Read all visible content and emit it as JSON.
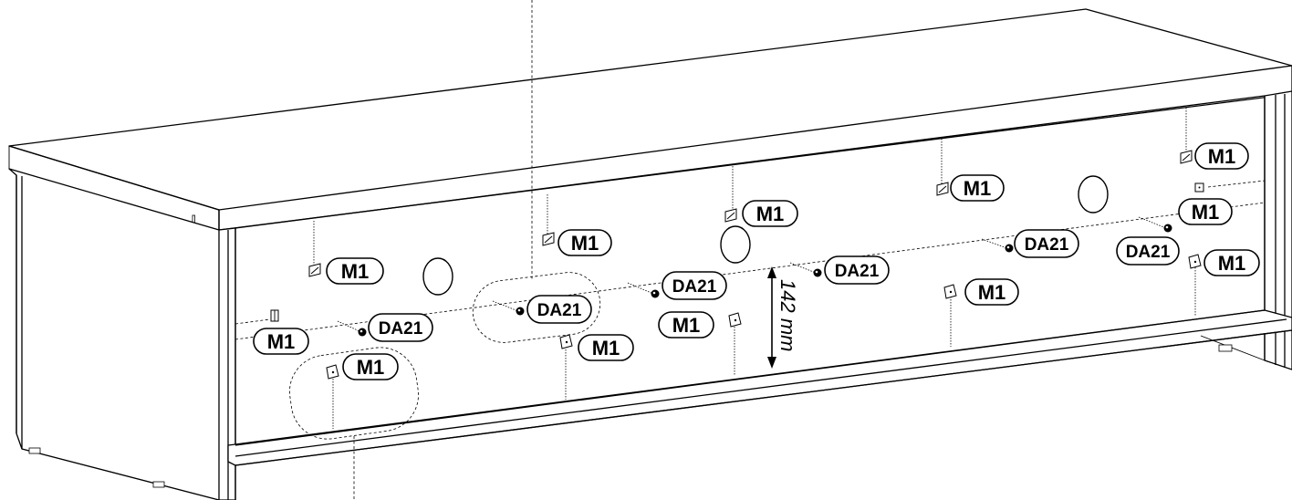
{
  "parts": {
    "bracket": "M1",
    "dowel": "DA21"
  },
  "dimension": {
    "value": "142 mm"
  },
  "colors": {
    "line": "#000000",
    "background": "#ffffff"
  },
  "icons": {
    "bracket": "corner-bracket-icon",
    "dowel": "dowel-pin-icon",
    "hole": "cable-hole-icon"
  }
}
